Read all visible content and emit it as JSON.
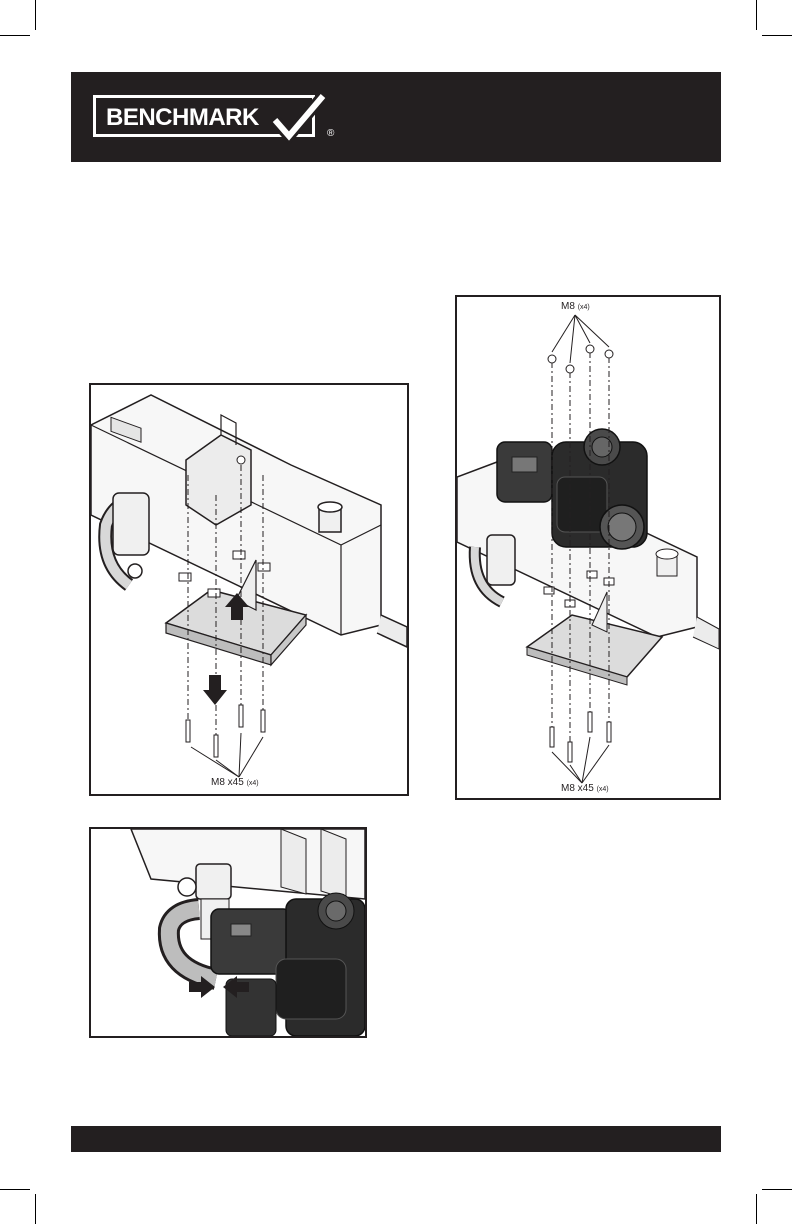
{
  "brand": {
    "logo_text": "BENCHMARK",
    "registered_mark": "®",
    "header_color": "#231f20"
  },
  "figures": {
    "figure_1": {
      "bolt_label": "M8 x45",
      "bolt_qty": "(x4)",
      "arrow_up_icon": "arrow-up-icon",
      "arrow_down_icon": "arrow-down-icon"
    },
    "figure_2": {
      "nut_label": "M8",
      "nut_qty": "(x4)",
      "bolt_label": "M8 x45",
      "bolt_qty": "(x4)"
    },
    "figure_3": {
      "arrow_icons": [
        "arrow-right-icon",
        "arrow-left-icon"
      ]
    }
  }
}
